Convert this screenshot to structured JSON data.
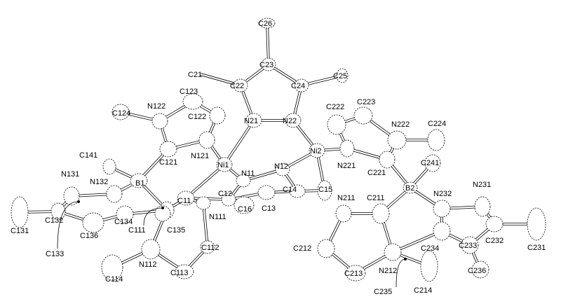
{
  "title_hidden": null,
  "colors": {
    "line": "#000000",
    "background": "#ffffff"
  },
  "atoms": [
    "C26",
    "C23",
    "C22",
    "C24",
    "C21",
    "C25",
    "N21",
    "N22",
    "Ni1",
    "Ni2",
    "N11",
    "N12",
    "C11",
    "C12",
    "C13",
    "C14",
    "C15",
    "C16",
    "N121",
    "C121",
    "N122",
    "C123",
    "C122",
    "C124",
    "C141",
    "B1",
    "N132",
    "N131",
    "C132",
    "C131",
    "C133",
    "C134",
    "C135",
    "C136",
    "C111",
    "N111",
    "C112",
    "C113",
    "N112",
    "C114",
    "N221",
    "C222",
    "C223",
    "N222",
    "C221",
    "C224",
    "C241",
    "B2",
    "N232",
    "N231",
    "C232",
    "C231",
    "C234",
    "C233",
    "C236",
    "C211",
    "N211",
    "C212",
    "C213",
    "N212",
    "C235",
    "C214"
  ],
  "bonds": [
    [
      "C26",
      "C23"
    ],
    [
      "C23",
      "C22"
    ],
    [
      "C23",
      "C24"
    ],
    [
      "C22",
      "C21"
    ],
    [
      "C24",
      "C25"
    ],
    [
      "C22",
      "N21"
    ],
    [
      "C24",
      "N22"
    ],
    [
      "N21",
      "N22"
    ],
    [
      "N21",
      "Ni1"
    ],
    [
      "N22",
      "Ni2"
    ],
    [
      "Ni1",
      "N121"
    ],
    [
      "Ni1",
      "N11"
    ],
    [
      "Ni1",
      "C11"
    ],
    [
      "Ni2",
      "N12"
    ],
    [
      "Ni2",
      "N221"
    ],
    [
      "Ni2",
      "C15"
    ],
    [
      "N11",
      "N12"
    ],
    [
      "N11",
      "C12"
    ],
    [
      "N12",
      "C14"
    ],
    [
      "C12",
      "C13"
    ],
    [
      "C13",
      "C14"
    ],
    [
      "C14",
      "C15"
    ],
    [
      "C12",
      "C16"
    ],
    [
      "C11",
      "C12"
    ],
    [
      "C11",
      "C135"
    ],
    [
      "C11",
      "N111"
    ],
    [
      "N121",
      "C121"
    ],
    [
      "N121",
      "C122"
    ],
    [
      "C122",
      "C123"
    ],
    [
      "C123",
      "N122"
    ],
    [
      "N122",
      "C121"
    ],
    [
      "N122",
      "C124"
    ],
    [
      "C121",
      "B1"
    ],
    [
      "B1",
      "C141"
    ],
    [
      "B1",
      "N132"
    ],
    [
      "B1",
      "C135"
    ],
    [
      "N132",
      "N131"
    ],
    [
      "N131",
      "C132"
    ],
    [
      "C132",
      "C131"
    ],
    [
      "C132",
      "C136"
    ],
    [
      "C136",
      "C134"
    ],
    [
      "C134",
      "C135"
    ],
    [
      "N111",
      "C112"
    ],
    [
      "C112",
      "C113"
    ],
    [
      "C113",
      "N112"
    ],
    [
      "N112",
      "C135"
    ],
    [
      "N112",
      "C114"
    ],
    [
      "N221",
      "C222"
    ],
    [
      "C222",
      "C223"
    ],
    [
      "C223",
      "N222"
    ],
    [
      "N222",
      "C221"
    ],
    [
      "C221",
      "N221"
    ],
    [
      "N222",
      "C224"
    ],
    [
      "C221",
      "B2"
    ],
    [
      "B2",
      "C241"
    ],
    [
      "B2",
      "N232"
    ],
    [
      "B2",
      "C211"
    ],
    [
      "N232",
      "N231"
    ],
    [
      "N231",
      "C232"
    ],
    [
      "C232",
      "C231"
    ],
    [
      "C232",
      "C233"
    ],
    [
      "C233",
      "C234"
    ],
    [
      "C234",
      "N232"
    ],
    [
      "C233",
      "C236"
    ],
    [
      "C234",
      "N212"
    ],
    [
      "C211",
      "N211"
    ],
    [
      "N211",
      "C212"
    ],
    [
      "C212",
      "C213"
    ],
    [
      "C213",
      "N212"
    ],
    [
      "N212",
      "C211"
    ],
    [
      "N212",
      "C214"
    ]
  ]
}
